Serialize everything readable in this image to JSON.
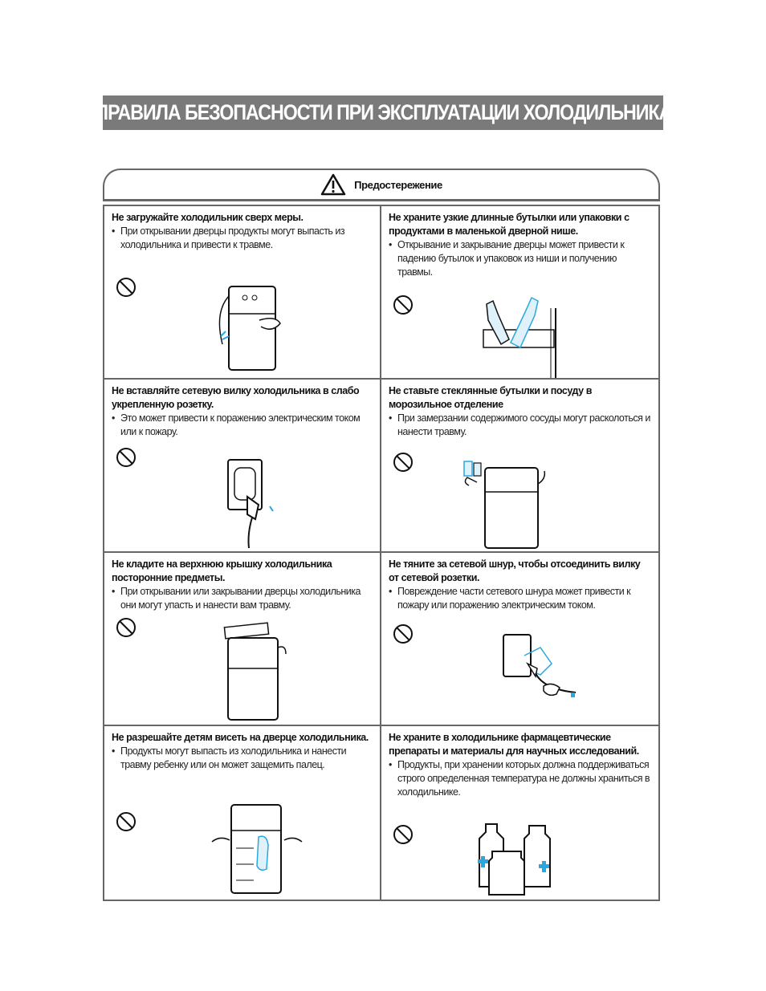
{
  "title": "ПРАВИЛА БЕЗОПАСНОСТИ ПРИ ЭКСПЛУАТАЦИИ ХОЛОДИЛЬНИКА",
  "caution": {
    "icon": "warning-triangle-icon",
    "label": "Предостережение"
  },
  "items": [
    {
      "heading": "Не загружайте холодильник сверх меры.",
      "text": "При открывании дверцы продукты могут выпасть из холодильника и привести к травме.",
      "illustration": "overloaded-fridge"
    },
    {
      "heading": "Не храните узкие длинные бутылки или упаковки с продуктами в маленькой дверной нише.",
      "text": "Открывание и закрывание дверцы может привести к падению бутылок и упаковок из ниши и получению травмы.",
      "illustration": "bottles-in-door"
    },
    {
      "heading": "Не вставляйте сетевую вилку холодильника в слабо укрепленную розетку.",
      "text": "Это может привести к поражению электрическим током или к пожару.",
      "illustration": "loose-socket"
    },
    {
      "heading": "Не ставьте стеклянные бутылки и посуду в морозильное отделение",
      "text": "При замерзании содержимого сосуды могут расколоться и нанести травму.",
      "illustration": "bottles-in-freezer"
    },
    {
      "heading": "Не кладите на верхнюю крышку холодильника посторонние предметы.",
      "text": "При открывании или закрывании дверцы холодильника они могут упасть и нанести вам травму.",
      "illustration": "objects-on-top"
    },
    {
      "heading": "Не тяните за сетевой шнур, чтобы отсоединить вилку от сетевой розетки.",
      "text": "Повреждение части сетевого шнура может привести к пожару или поражению электрическим током.",
      "illustration": "pulling-cord"
    },
    {
      "heading": "Не разрешайте детям висеть на дверце холодильника.",
      "text": "Продукты могут выпасть из холодильника  и нанести травму ребенку или он может защемить палец.",
      "illustration": "child-on-door"
    },
    {
      "heading": "Не храните в холодильнике фармацевтические препараты и материалы для научных исследований.",
      "text": "Продукты, при хранении которых должна поддерживаться строго определенная температура не должны храниться в холодильнике.",
      "illustration": "medicine-bottles"
    }
  ],
  "colors": {
    "title_bg": "#7a7a7a",
    "border": "#666666",
    "accent": "#29a8e0"
  }
}
